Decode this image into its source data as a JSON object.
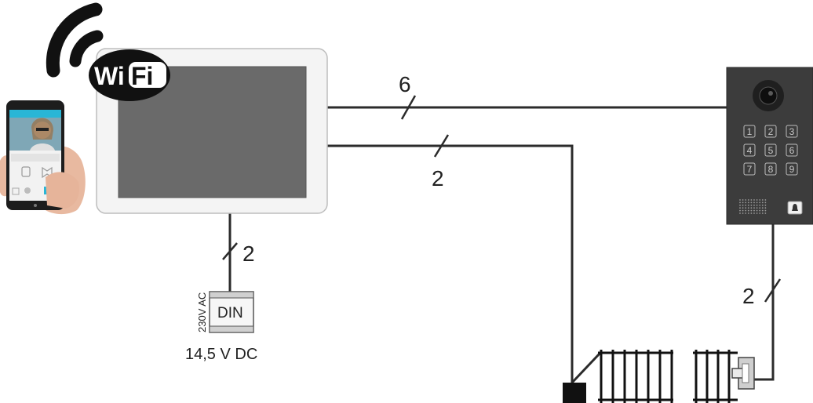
{
  "wifi": {
    "text_wi": "Wi",
    "text_fi": "Fi"
  },
  "wires": {
    "monitor_panel_count": "6",
    "monitor_gate_count": "2",
    "monitor_power_count": "2",
    "panel_lock_count": "2"
  },
  "power_supply": {
    "label": "DIN",
    "input": "230V AC",
    "output": "14,5 V DC"
  },
  "keypad": {
    "keys": [
      "1",
      "2",
      "3",
      "4",
      "5",
      "6",
      "7",
      "8",
      "9"
    ]
  },
  "colors": {
    "wire": "#2b2b2b",
    "panel": "#3c3c3c",
    "screen": "#6a6a6a",
    "monitor_frame": "#f4f4f4",
    "wifi_dark": "#111111",
    "phone_accent": "#29b6d6"
  }
}
